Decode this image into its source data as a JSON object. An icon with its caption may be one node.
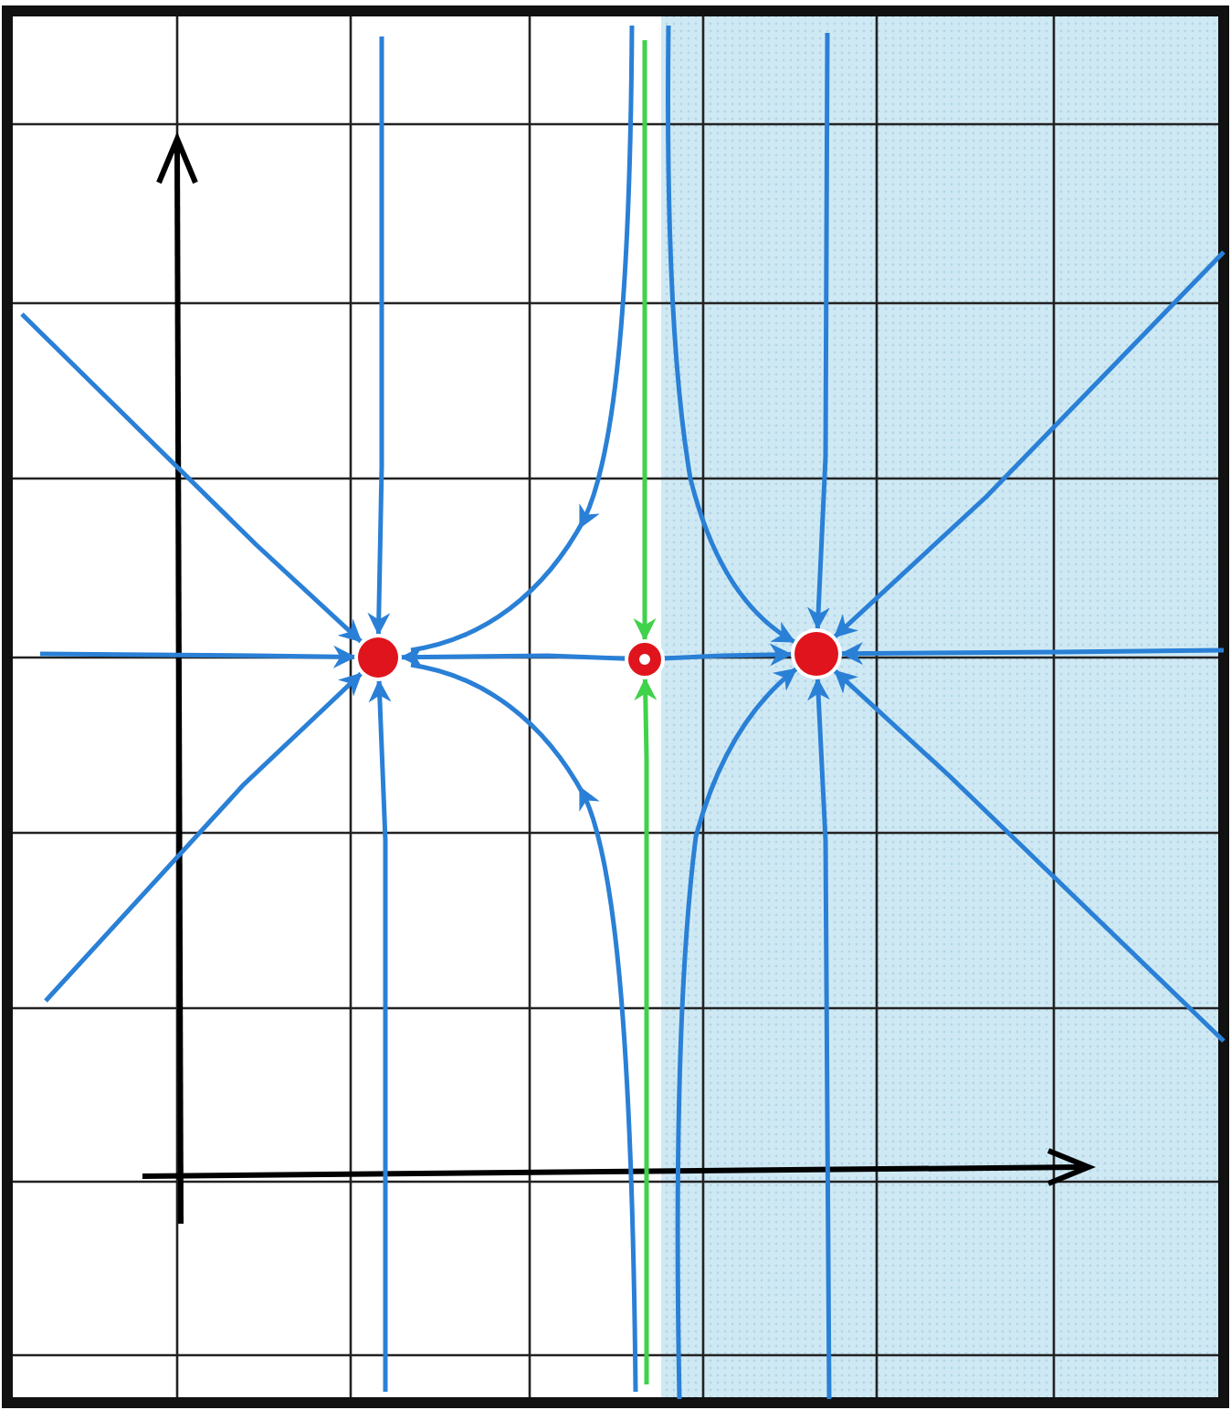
{
  "diagram": {
    "nodes": [
      {
        "text": [],
        "shape": "circle"
      },
      {
        "text": [],
        "shape": "circle"
      },
      {
        "text": [],
        "shape": "circle"
      }
    ],
    "edges": [
      {
        "from": null,
        "to": 0,
        "arrow": "to"
      },
      {
        "from": null,
        "to": 0,
        "arrow": "to"
      },
      {
        "from": null,
        "to": 0,
        "arrow": "to"
      },
      {
        "from": null,
        "to": 0,
        "arrow": "to"
      },
      {
        "from": null,
        "to": 0,
        "arrow": "to"
      },
      {
        "from": 1,
        "to": 0,
        "arrow": "to"
      },
      {
        "from": null,
        "to": 1,
        "arrow": "to",
        "color": "#3fd24a"
      },
      {
        "from": null,
        "to": 1,
        "arrow": "to",
        "color": "#3fd24a"
      },
      {
        "from": 1,
        "to": 2,
        "arrow": "to"
      },
      {
        "from": null,
        "to": 2,
        "arrow": "to"
      },
      {
        "from": null,
        "to": 2,
        "arrow": "to"
      },
      {
        "from": null,
        "to": 2,
        "arrow": "to"
      },
      {
        "from": null,
        "to": 2,
        "arrow": "to"
      },
      {
        "from": null,
        "to": 2,
        "arrow": "to"
      },
      {
        "from": null,
        "to": 2,
        "arrow": "to"
      },
      {
        "from": null,
        "to": 2,
        "arrow": "to"
      }
    ]
  }
}
